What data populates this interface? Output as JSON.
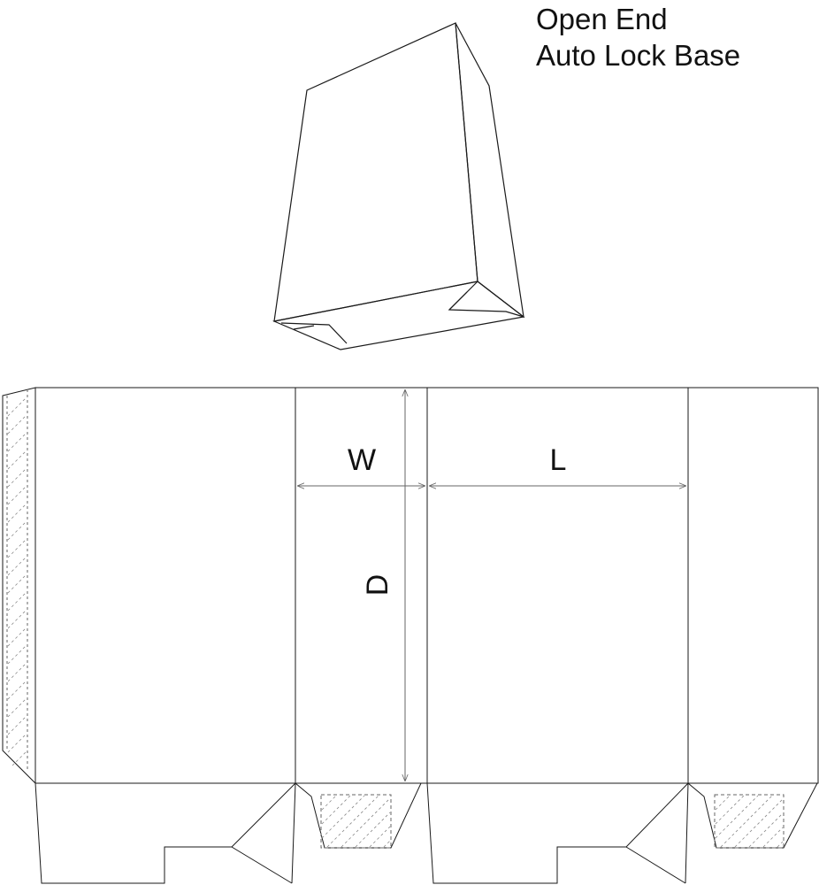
{
  "title": {
    "line1": "Open End",
    "line2": "Auto Lock Base"
  },
  "dimensions": {
    "width": "W",
    "length": "L",
    "depth": "D"
  },
  "colors": {
    "line": "#1a1a1a",
    "guide": "#666666",
    "background": "#ffffff"
  }
}
